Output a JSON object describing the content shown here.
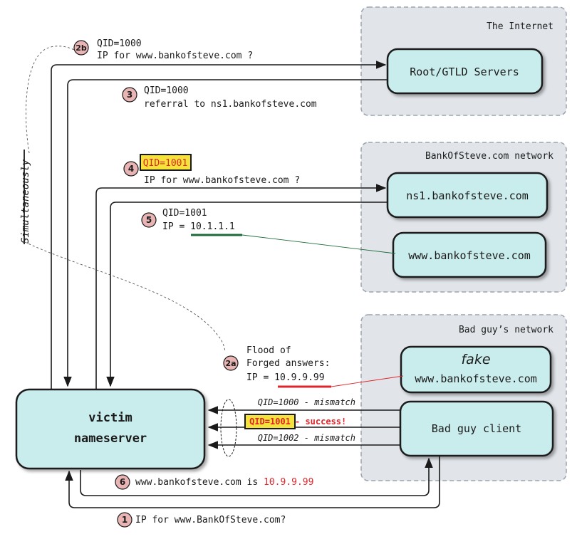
{
  "colors": {
    "box_fill": "#c9ecec",
    "network_fill": "#e1e5ea",
    "network_border": "#9aa3ad",
    "step_circle": "#e8b4b4",
    "highlight_fill": "#f5e23a",
    "highlight_text": "#e0262b",
    "green_underline": "#1d6b3a",
    "red_underline": "#e0262b"
  },
  "networks": {
    "internet": "The Internet",
    "bank": "BankOfSteve.com network",
    "badguy": "Bad guy’s network"
  },
  "nodes": {
    "root": "Root/GTLD Servers",
    "ns1": "ns1.bankofsteve.com",
    "www": "www.bankofsteve.com",
    "fake_line1": "fake",
    "fake_line2": "www.bankofsteve.com",
    "badclient": "Bad guy client",
    "victim_line1": "victim",
    "victim_line2": "nameserver"
  },
  "side_label": "Simultaneously",
  "steps": {
    "s2b": {
      "num": "2b",
      "line1": "QID=1000",
      "line2": "IP for www.bankofsteve.com ?"
    },
    "s3": {
      "num": "3",
      "line1": "QID=1000",
      "line2": "referral to ns1.bankofsteve.com"
    },
    "s4": {
      "num": "4",
      "line1": "QID=1001",
      "line2": "IP for www.bankofsteve.com ?"
    },
    "s5": {
      "num": "5",
      "line1": "QID=1001",
      "line2_prefix": "IP = ",
      "line2_value": "10.1.1.1"
    },
    "s2a": {
      "num": "2a",
      "line1": "Flood of",
      "line2": "Forged answers:",
      "line3_prefix": "IP = ",
      "line3_value": "10.9.9.99"
    },
    "s6": {
      "num": "6",
      "prefix": "www.bankofsteve.com is ",
      "value": "10.9.9.99"
    },
    "s1": {
      "num": "1",
      "text": "IP for www.BankOfSteve.com?"
    }
  },
  "forged": {
    "row1": "QID=1000 - mismatch",
    "row2_qid": "QID=1001",
    "row2_rest": " - success!",
    "row3": "QID=1002 - mismatch"
  }
}
